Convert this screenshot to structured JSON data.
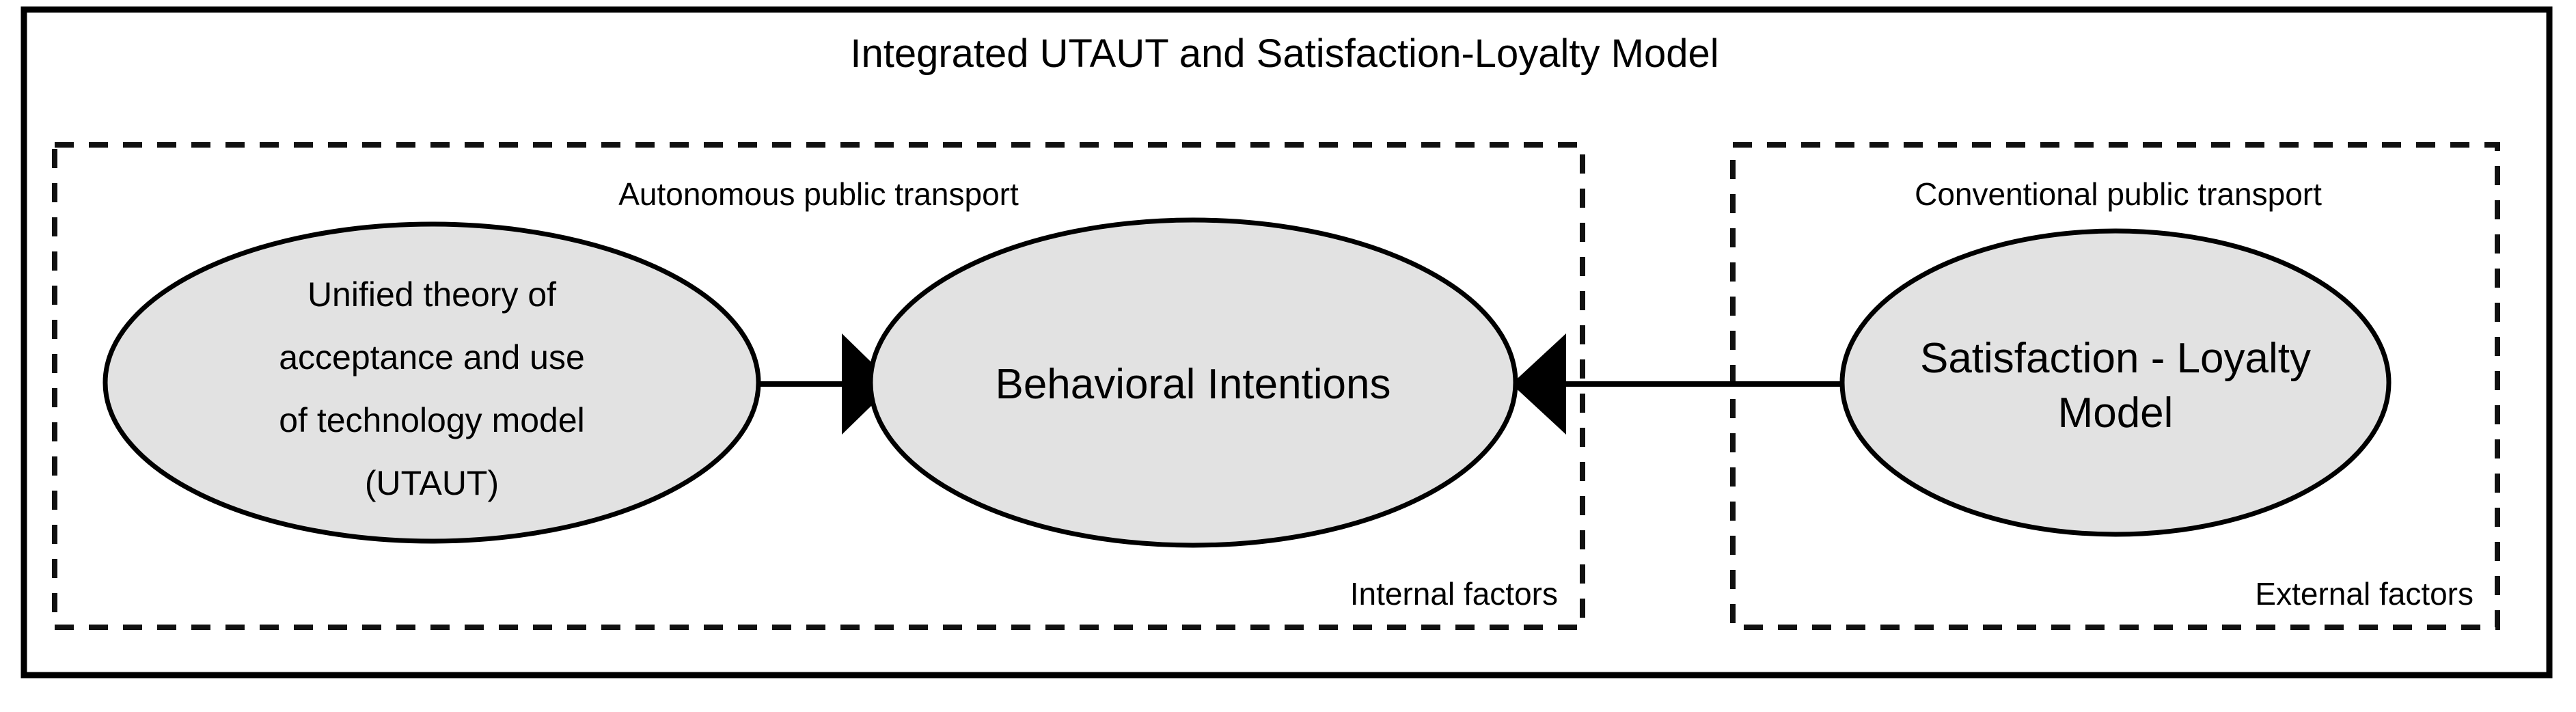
{
  "figure": {
    "title": "Integrated UTAUT and Satisfaction-Loyalty Model",
    "background_color": "#ffffff",
    "frame_color": "#000000",
    "node_fill_color": "#e2e2e2",
    "node_stroke_color": "#000000"
  },
  "groups": [
    {
      "id": "autonomous",
      "header_label": "Autonomous public transport",
      "footer_label": "Internal factors",
      "border_style": "dashed"
    },
    {
      "id": "conventional",
      "header_label": "Conventional public transport",
      "footer_label": "External factors",
      "border_style": "dashed"
    }
  ],
  "nodes": {
    "utaut": {
      "line1": "Unified theory of",
      "line2": "acceptance and use",
      "line3": "of technology model",
      "line4": "(UTAUT)"
    },
    "behavioral_intentions": {
      "line1": "Behavioral Intentions"
    },
    "satisfaction_loyalty": {
      "line1": "Satisfaction - Loyalty",
      "line2": "Model"
    }
  },
  "edges": [
    {
      "id": "utaut-to-bi",
      "from": "utaut",
      "to": "behavioral_intentions",
      "direction": "right",
      "style": "solid-filled-arrow"
    },
    {
      "id": "sl-to-bi",
      "from": "satisfaction_loyalty",
      "to": "behavioral_intentions",
      "direction": "left",
      "style": "solid-filled-arrow"
    }
  ]
}
